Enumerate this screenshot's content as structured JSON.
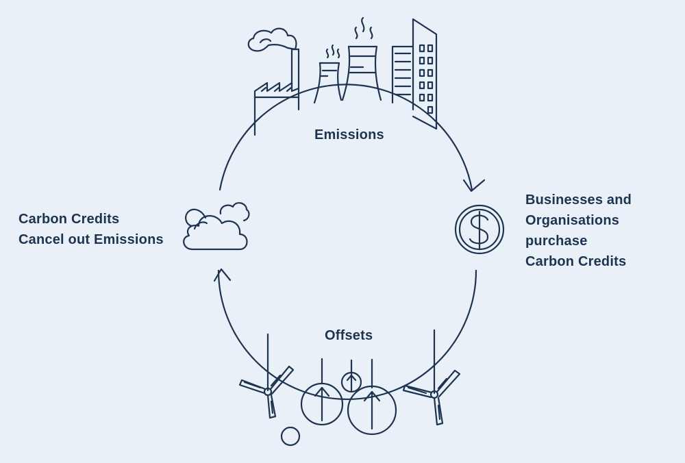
{
  "diagram": {
    "cycle_labels": {
      "top": "Emissions",
      "bottom": "Offsets"
    },
    "left_label": [
      "Carbon Credits",
      "Cancel out Emissions"
    ],
    "right_label": [
      "Businesses and",
      "Organisations",
      "purchase",
      "Carbon Credits"
    ],
    "icons": {
      "top": [
        "factory-icon",
        "cooling-tower-icon",
        "skyscraper-icon"
      ],
      "left": "cloud-icon",
      "right": "dollar-coin-icon",
      "bottom": [
        "wind-turbine-icon",
        "tree-icon",
        "wind-turbine-icon"
      ]
    },
    "colors": {
      "background": "#e9f0f7",
      "line": "#1e3350",
      "text": "#1e3350"
    }
  }
}
